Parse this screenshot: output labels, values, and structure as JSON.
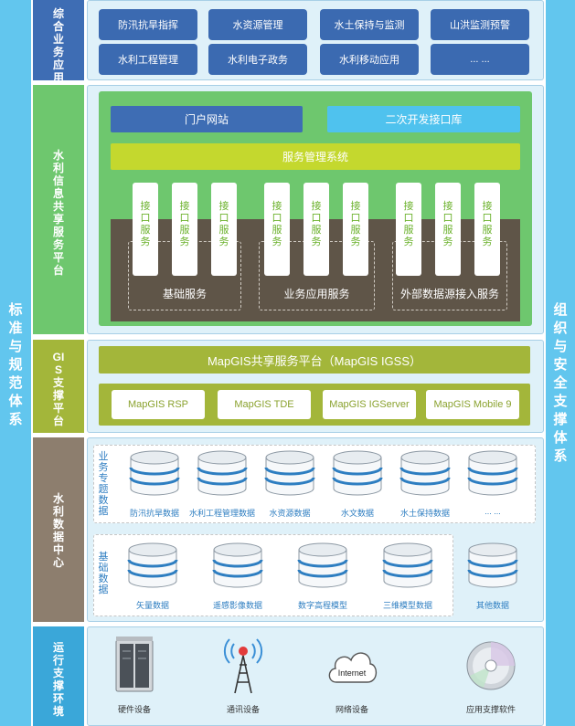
{
  "side": {
    "left_title": "标准与规范体系",
    "right_title": "组织与安全支撑体系"
  },
  "layers": {
    "business": {
      "label": "综合业务应用",
      "items": [
        "防汛抗旱指挥",
        "水资源管理",
        "水土保持与监测",
        "山洪监测预警",
        "水利工程管理",
        "水利电子政务",
        "水利移动应用",
        "... ..."
      ]
    },
    "sharing": {
      "label": "水利信息共享服务平台",
      "portal": "门户网站",
      "api_lib": "二次开发接口库",
      "service_mgmt": "服务管理系统",
      "interface_label": "接口服务",
      "groups": [
        "基础服务",
        "业务应用服务",
        "外部数据源接入服务"
      ]
    },
    "gis": {
      "label": "GIS支撑平台",
      "platform": "MapGIS共享服务平台（MapGIS IGSS）",
      "products": [
        "MapGIS RSP",
        "MapGIS TDE",
        "MapGIS IGServer",
        "MapGIS Mobile 9"
      ]
    },
    "data": {
      "label": "水利数据中心",
      "topic_label": "业务专题数据",
      "topic_items": [
        "防汛抗旱数据",
        "水利工程管理数据",
        "水资源数据",
        "水文数据",
        "水土保持数据",
        "... ..."
      ],
      "base_label": "基础数据",
      "base_items": [
        "矢量数据",
        "遥感影像数据",
        "数字高程模型",
        "三维模型数据",
        "其他数据"
      ]
    },
    "runtime": {
      "label": "运行支撑环境",
      "internet_text": "Internet",
      "items": [
        "硬件设备",
        "通讯设备",
        "网络设备",
        "应用支撑软件"
      ]
    }
  }
}
